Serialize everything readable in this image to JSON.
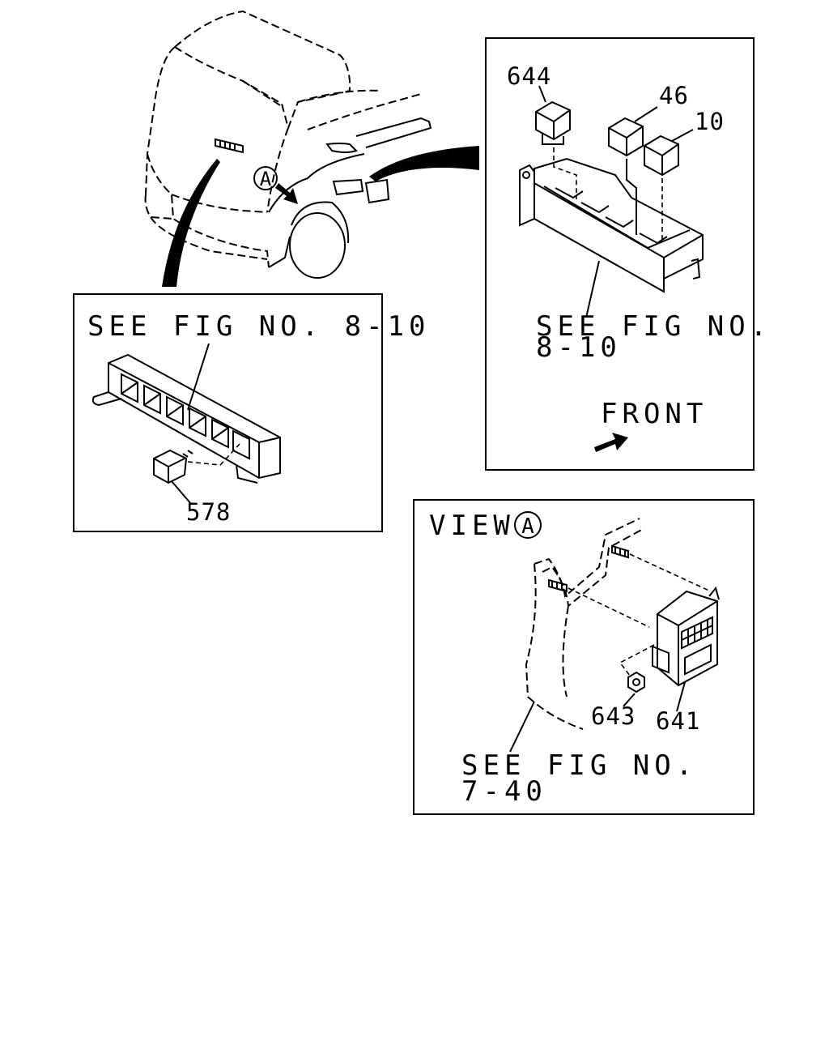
{
  "callouts": {
    "a_marker": "A",
    "box_left": {
      "ref": "SEE FIG NO. 8-10",
      "part": "578"
    },
    "box_right": {
      "parts": [
        "644",
        "46",
        "10"
      ],
      "ref_line1": "SEE FIG NO.",
      "ref_line2": "8-10",
      "front": "FRONT"
    },
    "box_view": {
      "title": "VIEW",
      "title_marker": "A",
      "parts": [
        "643",
        "641"
      ],
      "ref_line1": "SEE FIG NO.",
      "ref_line2": "7-40"
    }
  },
  "colors": {
    "ink": "#000000",
    "paper": "#ffffff"
  }
}
